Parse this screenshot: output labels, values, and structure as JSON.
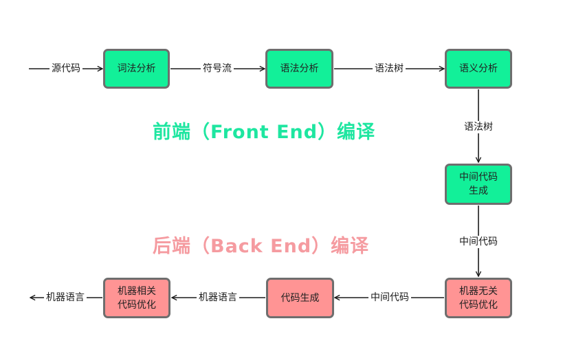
{
  "colors": {
    "front_end": "#12f099",
    "back_end": "#ff9494",
    "front_title": "#1ee6a0",
    "back_title": "#f59ba0",
    "border": "#6e6e6e",
    "arrow": "#1a1a1a"
  },
  "titles": {
    "front": "前端（Front End）编译",
    "back": "后端（Back End）编译"
  },
  "nodes": {
    "lexical": "词法分析",
    "syntax": "语法分析",
    "semantic": "语义分析",
    "ir_gen": "中间代码\n生成",
    "machine_indep_opt": "机器无关\n代码优化",
    "codegen": "代码生成",
    "machine_dep_opt": "机器相关\n代码优化"
  },
  "edges": {
    "source_code": "源代码",
    "token_stream": "符号流",
    "syntax_tree_1": "语法树",
    "syntax_tree_2": "语法树",
    "ir_1": "中间代码",
    "ir_2": "中间代码",
    "machine_lang_1": "机器语言",
    "machine_lang_2": "机器语言"
  }
}
